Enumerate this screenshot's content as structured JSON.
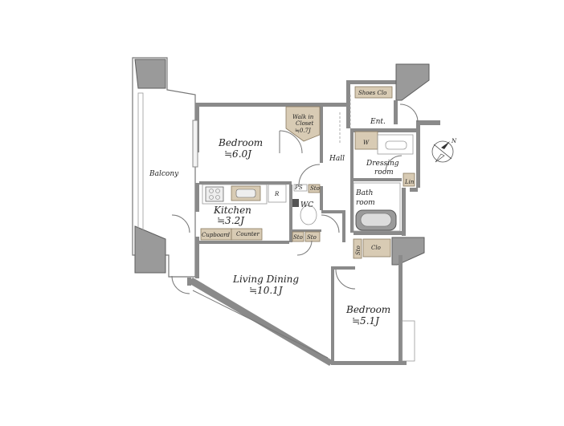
{
  "rooms": {
    "balcony": "Balcony",
    "bedroom1_name": "Bedroom",
    "bedroom1_size": "≒6.0J",
    "walkin": "Walk in",
    "walkin2": "Closet",
    "walkin_size": "≒0.7J",
    "hall": "Hall",
    "ent": "Ent.",
    "shoes": "Shoes Clo",
    "dressing1": "Dressing",
    "dressing2": "room",
    "w": "W",
    "lin": "Lin",
    "bath1": "Bath",
    "bath2": "room",
    "kitchen_name": "Kitchen",
    "kitchen_size": "≒3.2J",
    "r": "R",
    "ps": "PS",
    "sto_a": "Sto",
    "wc": "WC",
    "sto_b": "Sto",
    "sto_c": "Sto",
    "cupboard": "Cupboard",
    "counter": "Counter",
    "sto_d": "Sto",
    "clo": "Clo",
    "living_name": "Living Dining",
    "living_size": "≒10.1J",
    "bedroom2_name": "Bedroom",
    "bedroom2_size": "≒5.1J"
  },
  "compass": {
    "north": "N"
  },
  "colors": {
    "wall": "#8a8a8a",
    "storage": "#d8cbb4"
  }
}
